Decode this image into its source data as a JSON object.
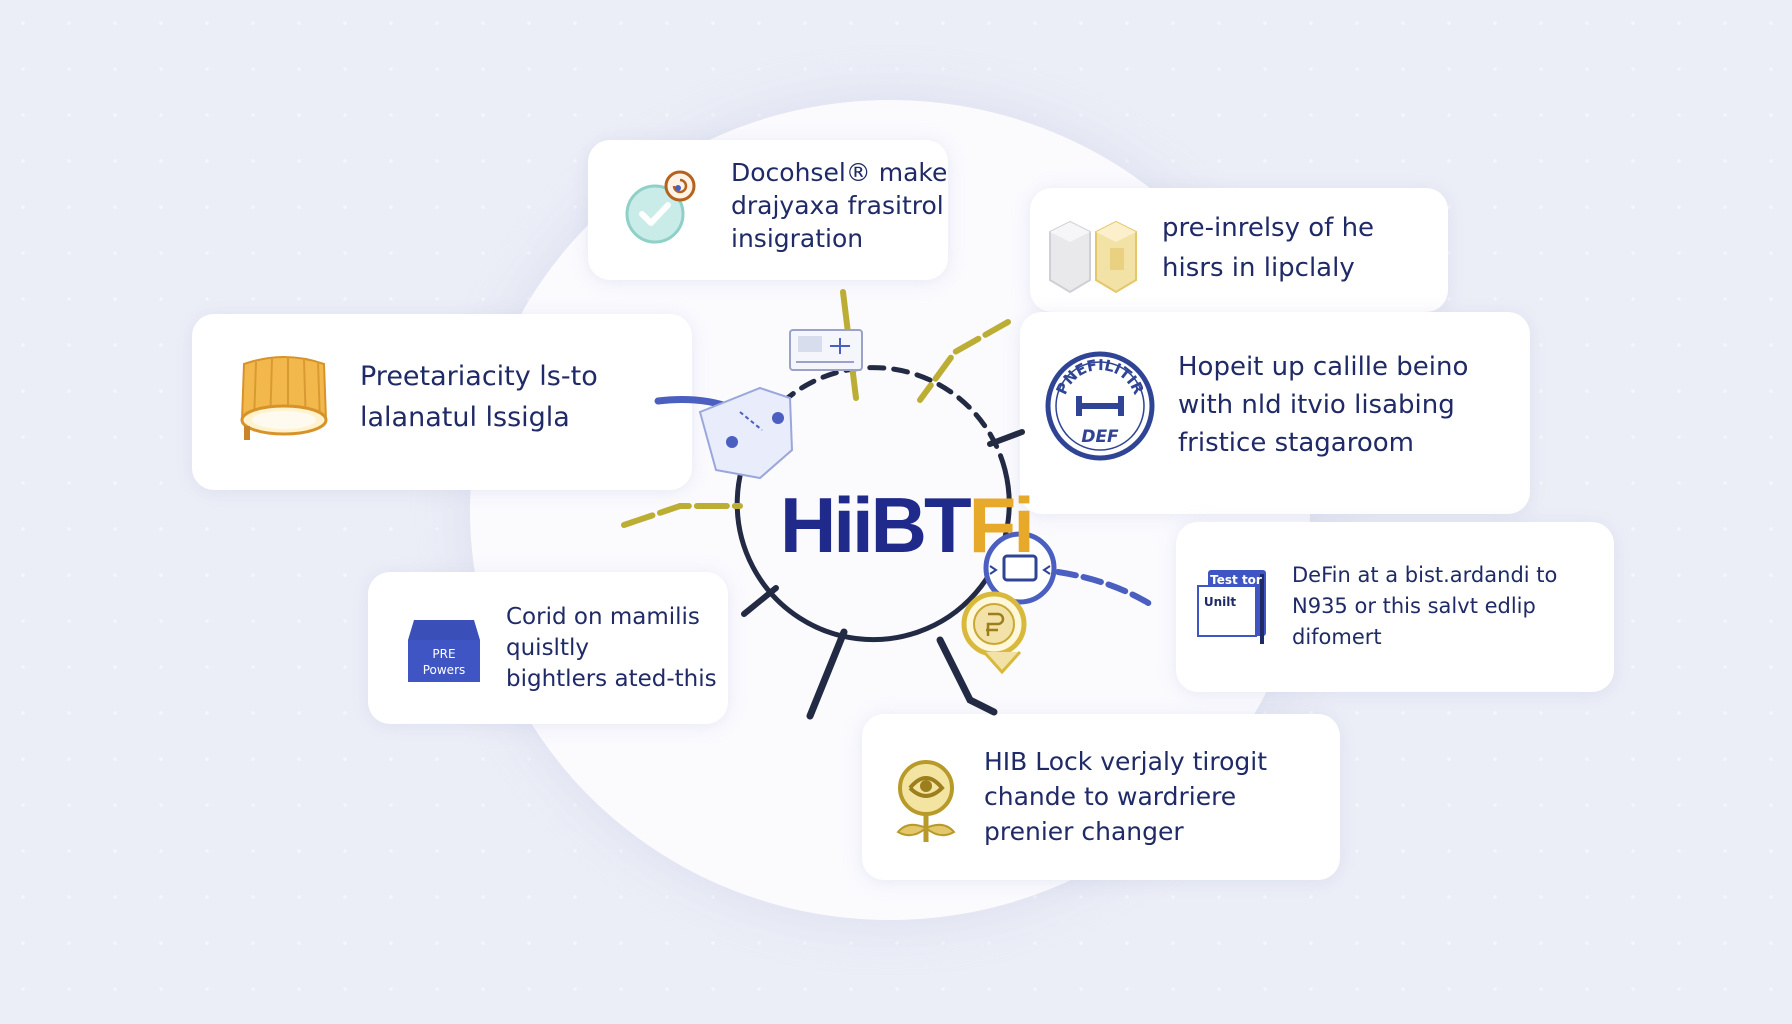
{
  "logo": {
    "main": "HiiBT",
    "accent": "Fi"
  },
  "cards": [
    {
      "id": "integration",
      "icon": "check-badge-icon",
      "lines": [
        "Docohsel® make",
        "drajyaxa frasitrol",
        "insigration"
      ]
    },
    {
      "id": "hisrs",
      "icon": "hexagon-blocks-icon",
      "lines": [
        "pre-inrelsy of he",
        "hisrs in lipclaly"
      ]
    },
    {
      "id": "preetariacity",
      "icon": "drum-icon",
      "lines": [
        "Preetariacity ls-to",
        "lalanatul lssigla"
      ]
    },
    {
      "id": "hopeit",
      "icon": "def-seal-icon",
      "seal_text": {
        "top": "PNEFILITIR",
        "bottom": "DEF"
      },
      "lines": [
        "Hopeit up calille beino",
        "with nld itvio lisabing",
        "fristice stagaroom"
      ]
    },
    {
      "id": "corid",
      "icon": "pre-powers-box-icon",
      "icon_text": [
        "PRE",
        "Powers"
      ],
      "lines": [
        "Corid on mamilis",
        "quisltly",
        "bightlers ated-this"
      ]
    },
    {
      "id": "defin",
      "icon": "unit-book-icon",
      "icon_text": [
        "Test tor",
        "Unilt"
      ],
      "lines": [
        "DeFin at a bist.ardandi to",
        "N935 or this salvt edlip",
        "difomert"
      ]
    },
    {
      "id": "hib-lock",
      "icon": "rose-emblem-icon",
      "lines": [
        "HIB Lock verjaly tirogit",
        "chande to wardriere",
        "prenier changer"
      ]
    }
  ],
  "colors": {
    "navy": "#1f2a66",
    "logo_blue": "#1f2a8a",
    "gold": "#e7a92a",
    "olive": "#bcae35",
    "accent_blue": "#4b5fc0",
    "background": "#eceef7"
  }
}
